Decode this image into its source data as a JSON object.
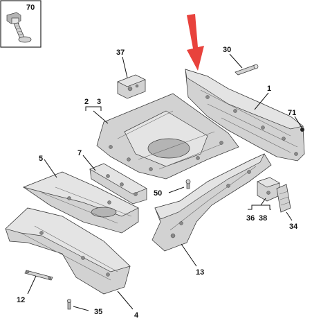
{
  "labels": {
    "l70": "70",
    "l37": "37",
    "l30": "30",
    "l1": "1",
    "l2": "2",
    "l3": "3",
    "l71": "71",
    "l7": "7",
    "l5": "5",
    "l50": "50",
    "l36": "36",
    "l38": "38",
    "l34": "34",
    "l13": "13",
    "l12": "12",
    "l4": "4",
    "l35": "35"
  },
  "colors": {
    "arrow": "#e8423c",
    "part_fill": "#d2d2d2",
    "outline": "#3c3c3c"
  }
}
